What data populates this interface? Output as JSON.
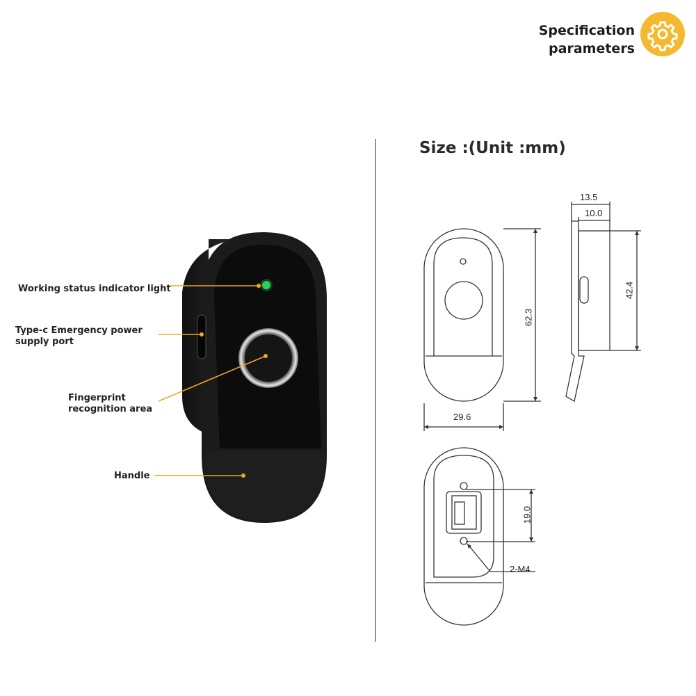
{
  "header": {
    "title_line1": "Specification",
    "title_line2": "parameters",
    "icon": "gear-icon",
    "accent_color": "#f5b82e"
  },
  "product": {
    "indicator_color": "#2fd05a",
    "callouts": {
      "indicator": "Working status indicator light",
      "port_line1": "Type-c Emergency power",
      "port_line2": "supply port",
      "fingerprint_line1": "Fingerprint",
      "fingerprint_line2": "recognition area",
      "handle": "Handle"
    }
  },
  "drawing": {
    "title": "Size :(Unit :mm)",
    "dimensions": {
      "width": "29.6",
      "height": "62.3",
      "depth_total": "13.5",
      "depth_body": "10.0",
      "side_height": "42.4",
      "mount_spacing": "19.0",
      "screws": "2-M4"
    }
  }
}
